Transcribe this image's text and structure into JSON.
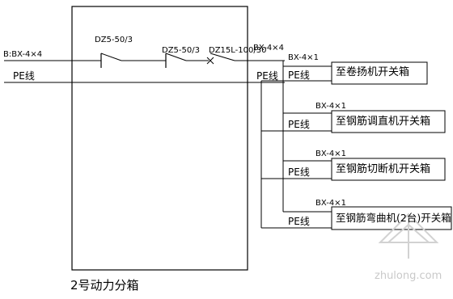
{
  "diagram": {
    "incoming_cable": "B:BX-4×4",
    "pe_line_label": "PE线",
    "breakers": [
      {
        "label": "DZ5-50/3"
      },
      {
        "label": "DZ5-50/3"
      },
      {
        "label": "DZ15L-100/30"
      }
    ],
    "outgoing_cable": "BX-4×4",
    "bus_pe_label": "PE线",
    "box_title": "2号动力分箱",
    "branches": [
      {
        "cable": "BX-4×1",
        "pe": "PE线",
        "destination": "至卷扬机开关箱"
      },
      {
        "cable": "BX-4×1",
        "pe": "PE线",
        "destination": "至钢筋调直机开关箱"
      },
      {
        "cable": "BX-4×1",
        "pe": "PE线",
        "destination": "至钢筋切断机开关箱"
      },
      {
        "cable": "BX-4×1",
        "pe": "PE线",
        "destination": "至钢筋弯曲机(2台)开关箱"
      }
    ],
    "watermark": "zhulong.com",
    "line_color": "#000000",
    "watermark_color": "#c9c9c9"
  }
}
